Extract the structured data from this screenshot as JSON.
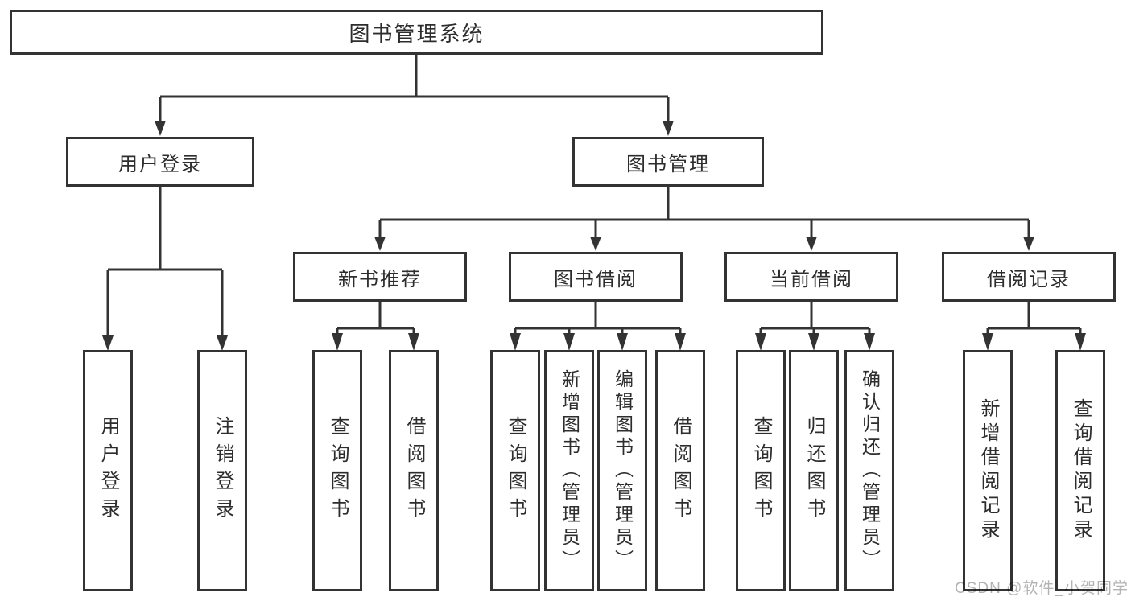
{
  "diagram": {
    "root": {
      "label": "图书管理系统"
    },
    "level2": [
      {
        "label": "用户登录"
      },
      {
        "label": "图书管理"
      }
    ],
    "level3": [
      {
        "label": "新书推荐"
      },
      {
        "label": "图书借阅"
      },
      {
        "label": "当前借阅"
      },
      {
        "label": "借阅记录"
      }
    ],
    "leaves": [
      {
        "label": "用户登录"
      },
      {
        "label": "注销登录"
      },
      {
        "label": "查询图书"
      },
      {
        "label": "借阅图书"
      },
      {
        "label": "查询图书"
      },
      {
        "label": "新增图书（管理员）"
      },
      {
        "label": "编辑图书（管理员）"
      },
      {
        "label": "借阅图书"
      },
      {
        "label": "查询图书"
      },
      {
        "label": "归还图书"
      },
      {
        "label": "确认归还（管理员）"
      },
      {
        "label": "新增借阅记录"
      },
      {
        "label": "查询借阅记录"
      }
    ],
    "watermark": "CSDN @软件_小贺同学",
    "colors": {
      "line": "#333333",
      "text": "#2d2d2d",
      "background": "#ffffff",
      "watermark": "#b3b3b3"
    }
  }
}
